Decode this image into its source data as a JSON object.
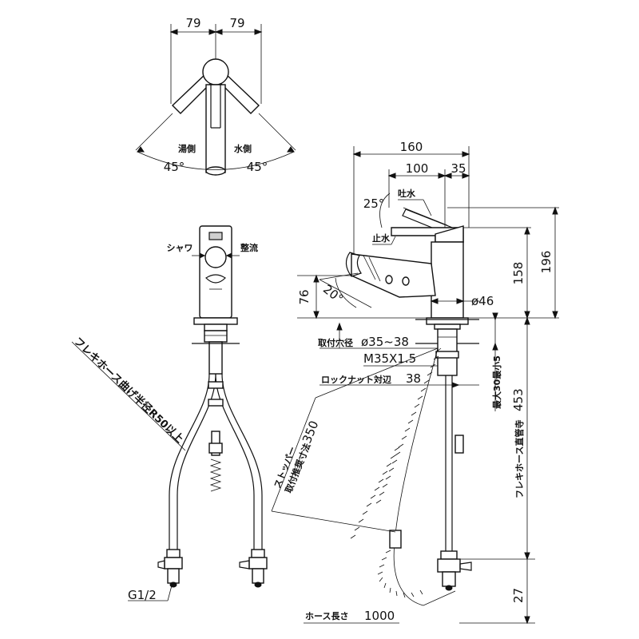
{
  "top_view": {
    "dim_left": "79",
    "dim_right": "79",
    "hot_side_label": "湯側",
    "cold_side_label": "水側",
    "angle_left": "45°",
    "angle_right": "45°"
  },
  "front_view": {
    "shower_label": "シャワ",
    "stream_label": "整流",
    "hose_bend_label": "フレキホース曲げ半径R50以上",
    "thread_label": "G1/2"
  },
  "side_view": {
    "dim_160": "160",
    "dim_100": "100",
    "dim_35": "35",
    "angle_25": "25°",
    "spout_water_label": "吐水",
    "stop_water_label": "止水",
    "angle_20": "20°",
    "dim_76": "76",
    "dim_158": "158",
    "dim_196": "196",
    "diameter_46": "ø46",
    "mount_hole_label": "取付穴径",
    "mount_hole_value": "ø35~38",
    "thread_spec": "M35X1.5",
    "locknut_label": "ロックナット対辺",
    "locknut_value": "38",
    "max_thickness": "最大30最小5",
    "flexible_hose_length_label": "フレキホース直管寺",
    "flexible_hose_length_value": "453",
    "stopper_label_1": "ストッパー",
    "stopper_label_2": "取付推奨寸法",
    "stopper_value": "350",
    "dim_27": "27",
    "hose_length_label": "ホース長さ",
    "hose_length_value": "1000"
  }
}
